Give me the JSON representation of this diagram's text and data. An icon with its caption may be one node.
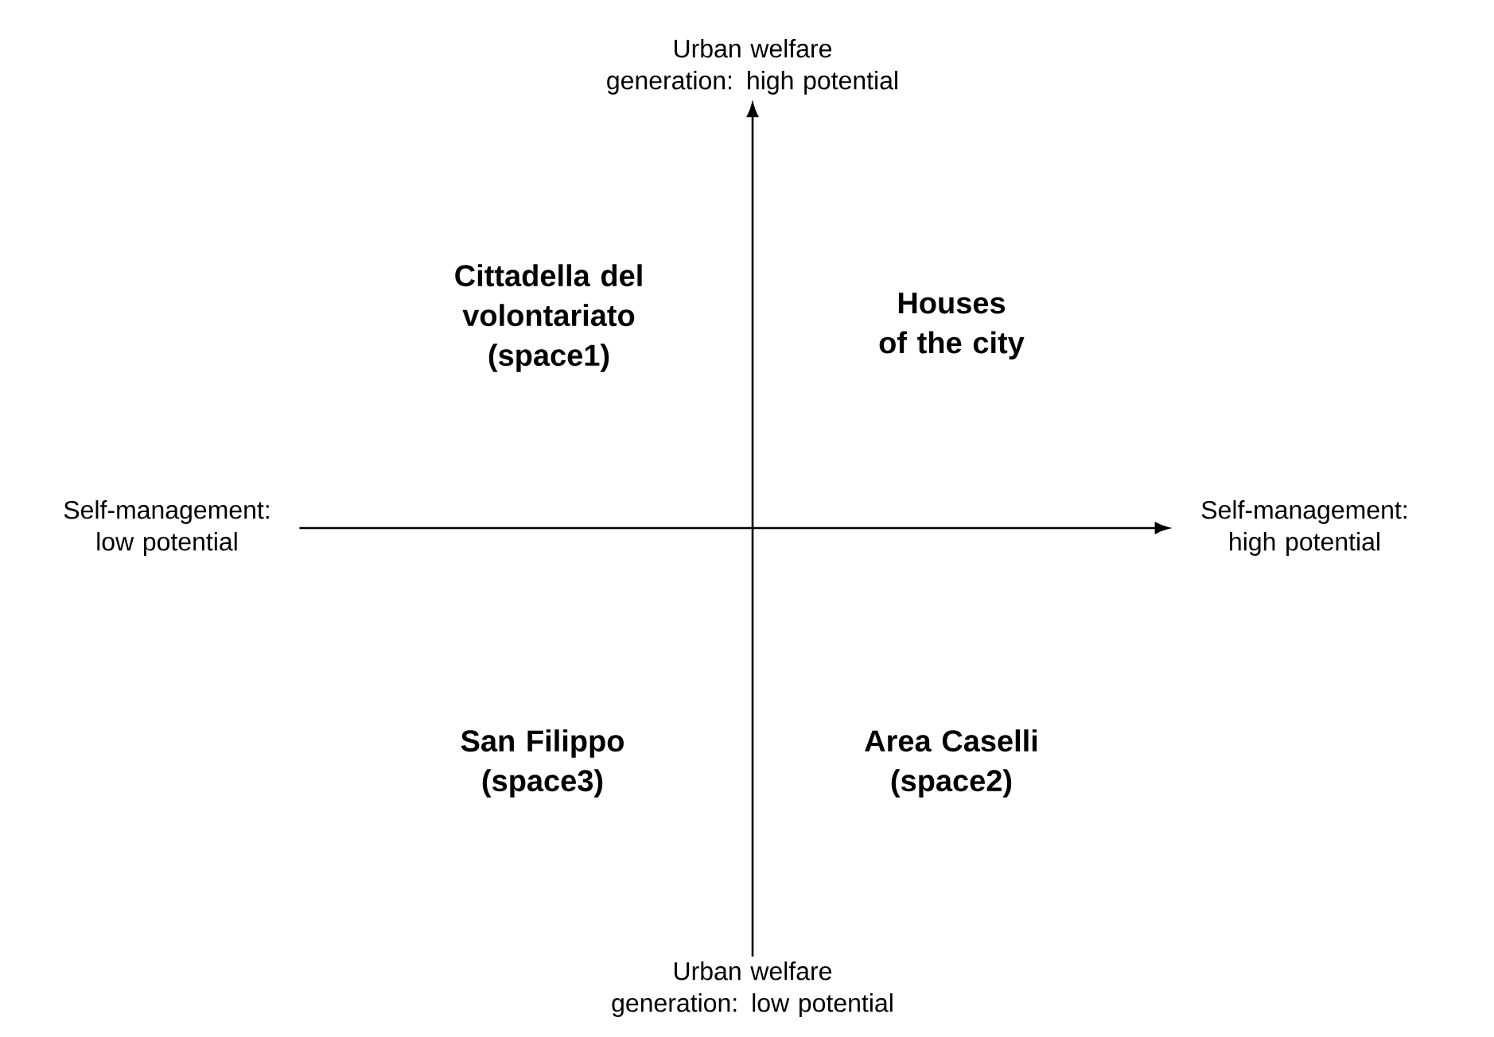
{
  "diagram": {
    "nodes": [
      {
        "text": [
          "Urban welfare generation: high potential"
        ]
      },
      {
        "text": [
          "Self-management: low potential"
        ]
      },
      {
        "text": [
          "Self-management: high potential"
        ]
      },
      {
        "text": [
          "Urban welfare generation: low potential"
        ]
      }
    ],
    "edges": [
      {
        "from": 3,
        "to": 0,
        "arrow": "to"
      },
      {
        "from": 1,
        "to": 2,
        "arrow": "to"
      }
    ],
    "labels": [
      "Cittadella del volontariato (space1)",
      "Houses of the city",
      "San Filippo (space3)",
      "Area Caselli (space2)"
    ]
  }
}
